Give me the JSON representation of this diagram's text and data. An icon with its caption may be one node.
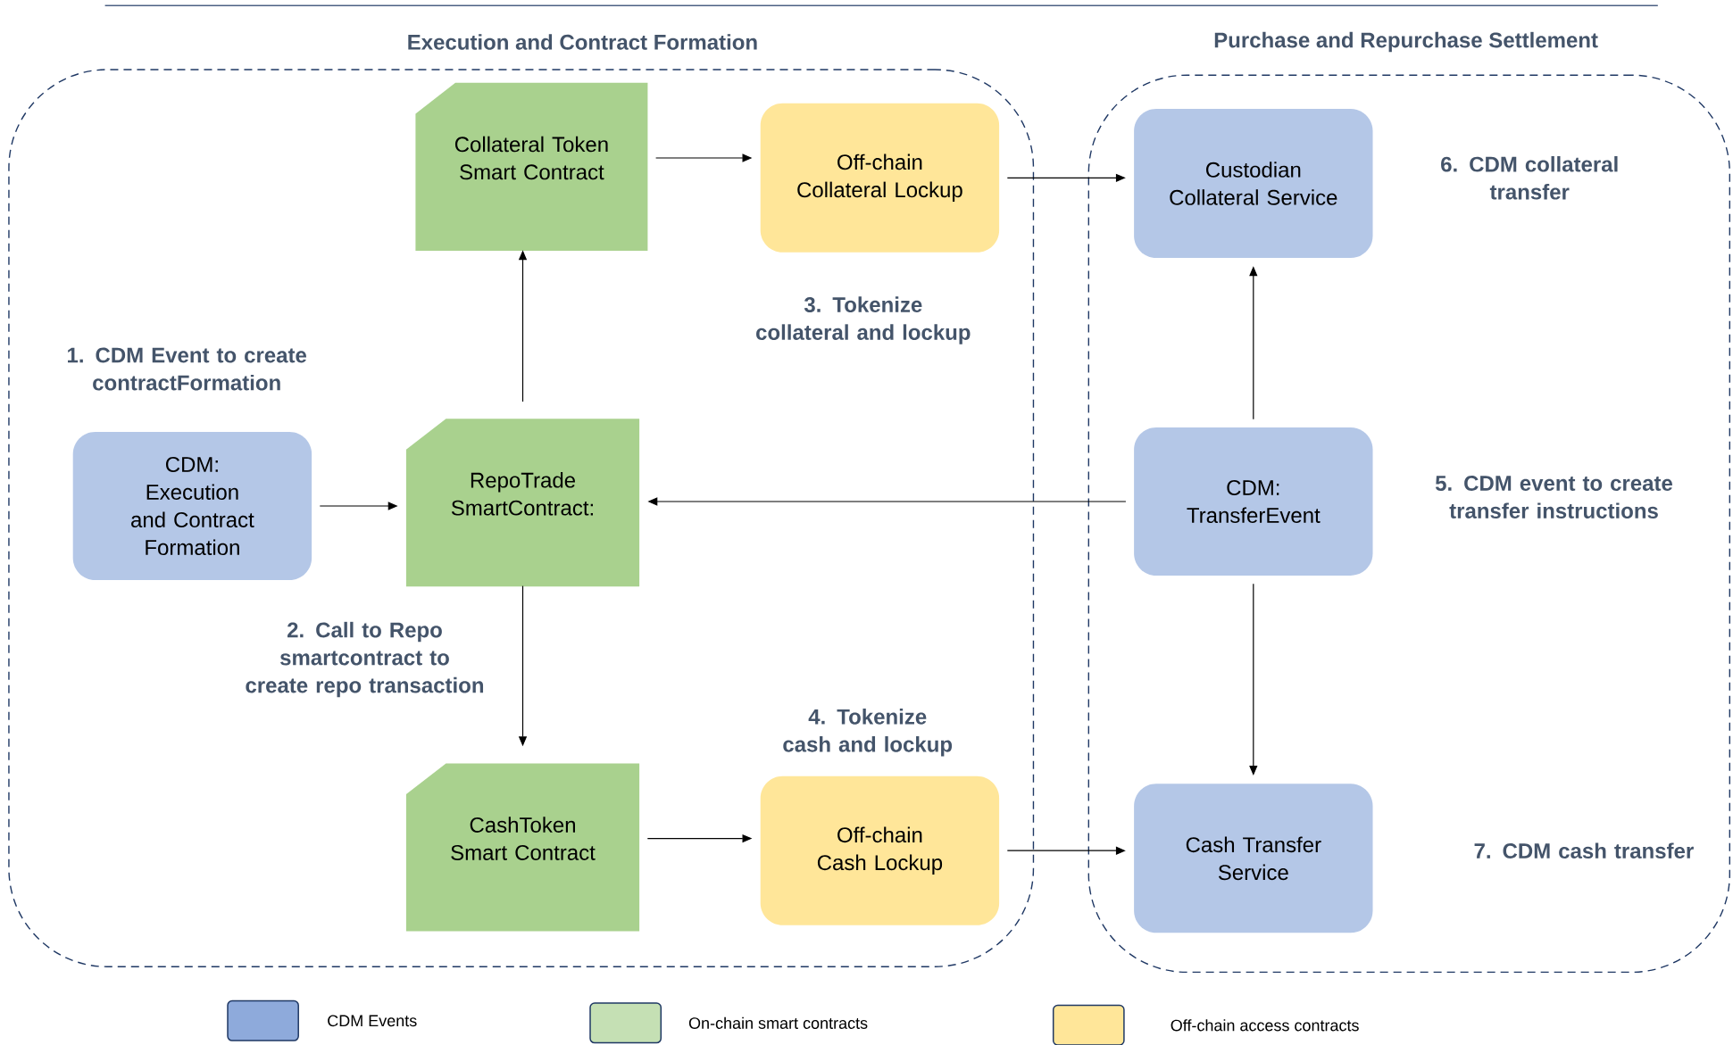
{
  "diagram": {
    "nodes": [
      {
        "text": [
          "Execution and Contract Formation"
        ]
      },
      {
        "text": [
          "Purchase and Repurchase Settlement"
        ]
      },
      {
        "text": [
          "Collateral Token Smart Contract"
        ],
        "in": 0
      },
      {
        "text": [
          "Off-chain Collateral Lockup"
        ],
        "in": 0
      },
      {
        "text": [
          "CDM: Execution and Contract Formation"
        ],
        "in": 0
      },
      {
        "text": [
          "RepoTrade SmartContract:"
        ],
        "in": 0
      },
      {
        "text": [
          "CashToken Smart Contract"
        ],
        "in": 0
      },
      {
        "text": [
          "Off-chain Cash Lockup"
        ],
        "in": 0
      },
      {
        "text": [
          "Custodian Collateral Service"
        ],
        "in": 1
      },
      {
        "text": [
          "CDM: TransferEvent"
        ],
        "in": 1
      },
      {
        "text": [
          "Cash Transfer Service"
        ],
        "in": 1
      }
    ],
    "edges": [
      {
        "from": 4,
        "to": 5,
        "arrow": "to"
      },
      {
        "from": 5,
        "to": 2,
        "arrow": "to"
      },
      {
        "from": 2,
        "to": 3,
        "arrow": "to"
      },
      {
        "from": 3,
        "to": 8,
        "arrow": "to"
      },
      {
        "from": 5,
        "to": 6,
        "arrow": "to"
      },
      {
        "from": 6,
        "to": 7,
        "arrow": "to"
      },
      {
        "from": 7,
        "to": 10,
        "arrow": "to"
      },
      {
        "from": 9,
        "to": 5,
        "arrow": "to"
      },
      {
        "from": 9,
        "to": 8,
        "arrow": "to"
      },
      {
        "from": 9,
        "to": 10,
        "arrow": "to"
      }
    ],
    "labels": [
      "6. CDM collateral transfer",
      "3. Tokenize collateral and lockup",
      "1. CDM Event to create contractFormation",
      "5. CDM event to create transfer instructions",
      "2. Call to Repo smartcontract to create repo transaction",
      "4. Tokenize cash and lockup",
      "7. CDM cash transfer"
    ],
    "legend": [
      {
        "text": "CDM Events",
        "color": "#8eaadb"
      },
      {
        "text": "On-chain smart contracts",
        "color": "#c5e0b4"
      },
      {
        "text": "Off-chain access contracts",
        "color": "#ffe699"
      }
    ]
  }
}
